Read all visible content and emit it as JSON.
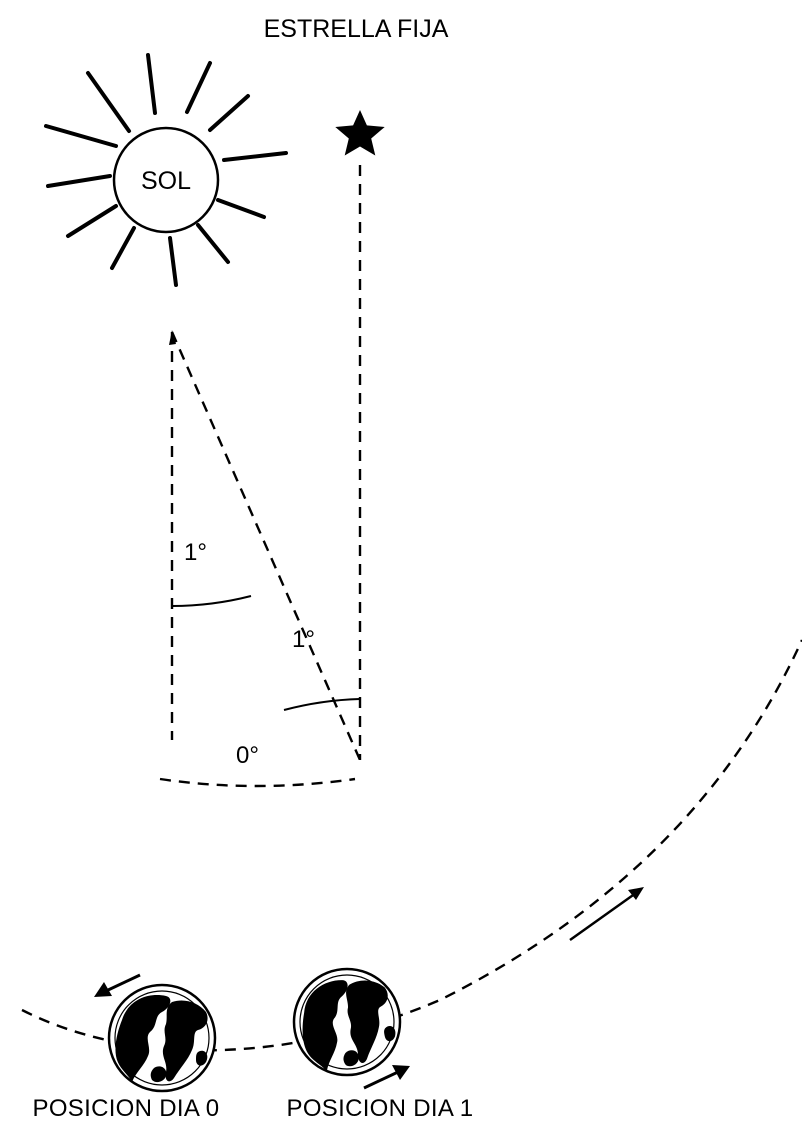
{
  "labels": {
    "star_title": "ESTRELLA FIJA",
    "sun": "SOL",
    "angle_sun": "1°",
    "angle_star": "1°",
    "angle_zero": "0°",
    "position_day0": "POSICION DIA 0",
    "position_day1": "POSICION DIA 1"
  },
  "icons": {
    "sun": "sun-icon",
    "star": "star-icon",
    "earth_day0": "earth-globe-icon",
    "earth_day1": "earth-globe-icon",
    "arrows": "arrow-icon"
  },
  "colors": {
    "ink": "#000000",
    "background": "#ffffff"
  }
}
